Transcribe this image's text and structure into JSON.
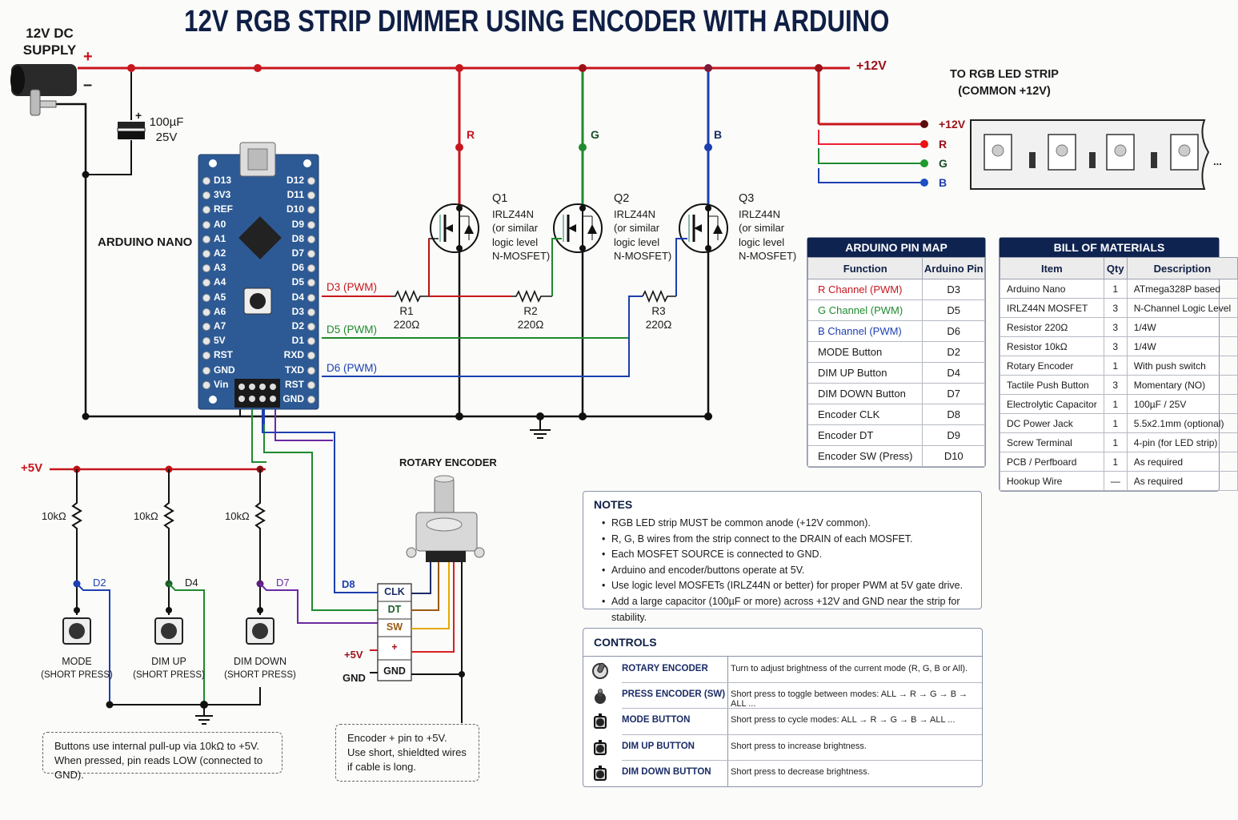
{
  "title": "12V RGB STRIP DIMMER USING ENCODER WITH ARDUINO",
  "power": {
    "label_line1": "12V DC",
    "label_line2": "SUPPLY",
    "plus": "+",
    "minus": "–",
    "rail_label": "+12V",
    "capacitor_value": "100µF",
    "capacitor_voltage": "25V",
    "capacitor_polarity": "+"
  },
  "arduino": {
    "label": "ARDUINO NANO",
    "left_pins": [
      "D13",
      "3V3",
      "REF",
      "A0",
      "A1",
      "A2",
      "A3",
      "A4",
      "A5",
      "A6",
      "A7",
      "5V",
      "RST",
      "GND",
      "Vin"
    ],
    "right_pins": [
      "D12",
      "D11",
      "D10",
      "D9",
      "D8",
      "D7",
      "D6",
      "D5",
      "D4",
      "D3",
      "D2",
      "D1",
      "RXD",
      "TXD",
      "RST",
      "GND"
    ]
  },
  "signals": {
    "d3": "D3  (PWM)",
    "d5": "D5  (PWM)",
    "d6": "D6  (PWM)"
  },
  "channels": {
    "r": "R",
    "g": "G",
    "b": "B"
  },
  "colors": {
    "red": "#c8161d",
    "green": "#1f8a2e",
    "blue": "#1d3fb0",
    "purple": "#6a2aa0",
    "navy": "#0f2350",
    "dark_red": "#9b1118"
  },
  "mosfets": [
    {
      "ref": "Q1",
      "part": "IRLZ44N",
      "note1": "(or similar",
      "note2": "logic level",
      "note3": "N-MOSFET)"
    },
    {
      "ref": "Q2",
      "part": "IRLZ44N",
      "note1": "(or similar",
      "note2": "logic level",
      "note3": "N-MOSFET)"
    },
    {
      "ref": "Q3",
      "part": "IRLZ44N",
      "note1": "(or similar",
      "note2": "logic level",
      "note3": "N-MOSFET)"
    }
  ],
  "gate_resistors": [
    {
      "ref": "R1",
      "value": "220Ω"
    },
    {
      "ref": "R2",
      "value": "220Ω"
    },
    {
      "ref": "R3",
      "value": "220Ω"
    }
  ],
  "strip": {
    "title_line1": "TO RGB LED STRIP",
    "title_line2": "(COMMON +12V)",
    "terminals": [
      "+12V",
      "R",
      "G",
      "B"
    ],
    "more": "..."
  },
  "pin_map": {
    "title": "ARDUINO PIN MAP",
    "headers": [
      "Function",
      "Arduino Pin"
    ],
    "rows": [
      {
        "function": "R Channel (PWM)",
        "pin": "D3",
        "color": "#c8161d"
      },
      {
        "function": "G Channel (PWM)",
        "pin": "D5",
        "color": "#1f8a2e"
      },
      {
        "function": "B Channel (PWM)",
        "pin": "D6",
        "color": "#1d3fb0"
      },
      {
        "function": "MODE Button",
        "pin": "D2",
        "color": "#1a1a1a"
      },
      {
        "function": "DIM UP Button",
        "pin": "D4",
        "color": "#1a1a1a"
      },
      {
        "function": "DIM DOWN Button",
        "pin": "D7",
        "color": "#1a1a1a"
      },
      {
        "function": "Encoder CLK",
        "pin": "D8",
        "color": "#1a1a1a"
      },
      {
        "function": "Encoder DT",
        "pin": "D9",
        "color": "#1a1a1a"
      },
      {
        "function": "Encoder SW (Press)",
        "pin": "D10",
        "color": "#1a1a1a"
      }
    ]
  },
  "bom": {
    "title": "BILL OF MATERIALS",
    "headers": [
      "Item",
      "Qty",
      "Description"
    ],
    "rows": [
      {
        "item": "Arduino Nano",
        "qty": "1",
        "desc": "ATmega328P based"
      },
      {
        "item": "IRLZ44N MOSFET",
        "qty": "3",
        "desc": "N-Channel Logic Level"
      },
      {
        "item": "Resistor 220Ω",
        "qty": "3",
        "desc": "1/4W"
      },
      {
        "item": "Resistor 10kΩ",
        "qty": "3",
        "desc": "1/4W"
      },
      {
        "item": "Rotary Encoder",
        "qty": "1",
        "desc": "With push switch"
      },
      {
        "item": "Tactile Push Button",
        "qty": "3",
        "desc": "Momentary (NO)"
      },
      {
        "item": "Electrolytic Capacitor",
        "qty": "1",
        "desc": "100µF / 25V"
      },
      {
        "item": "DC Power Jack",
        "qty": "1",
        "desc": "5.5x2.1mm (optional)"
      },
      {
        "item": "Screw Terminal",
        "qty": "1",
        "desc": "4-pin (for LED strip)"
      },
      {
        "item": "PCB / Perfboard",
        "qty": "1",
        "desc": "As required"
      },
      {
        "item": "Hookup Wire",
        "qty": "—",
        "desc": "As required"
      }
    ]
  },
  "notes": {
    "title": "NOTES",
    "items": [
      "RGB LED strip MUST be common anode (+12V common).",
      "R, G, B wires from the strip connect to the DRAIN of each MOSFET.",
      "Each MOSFET SOURCE is connected to GND.",
      "Arduino and encoder/buttons operate at 5V.",
      "Use logic level MOSFETs (IRLZ44N or better) for proper PWM at 5V gate drive.",
      "Add a large capacitor (100µF or more) across +12V and GND near the strip for stability."
    ]
  },
  "controls": {
    "title": "CONTROLS",
    "rows": [
      {
        "icon": "rotary-knob-icon",
        "name": "ROTARY ENCODER",
        "desc": "Turn to adjust brightness of the current mode (R, G, B or All)."
      },
      {
        "icon": "press-knob-icon",
        "name": "PRESS ENCODER (SW)",
        "desc": "Short press to toggle between modes: ALL → R → G → B → ALL ..."
      },
      {
        "icon": "push-button-icon",
        "name": "MODE BUTTON",
        "desc": "Short press to cycle modes: ALL → R → G → B → ALL ..."
      },
      {
        "icon": "push-button-icon",
        "name": "DIM UP BUTTON",
        "desc": "Short press to increase brightness."
      },
      {
        "icon": "push-button-icon",
        "name": "DIM DOWN BUTTON",
        "desc": "Short press to decrease brightness."
      }
    ]
  },
  "buttons_section": {
    "rail_label": "+5V",
    "pullups": [
      "10kΩ",
      "10kΩ",
      "10kΩ"
    ],
    "pins": [
      "D2",
      "D4",
      "D7"
    ],
    "names": [
      "MODE",
      "DIM UP",
      "DIM DOWN"
    ],
    "subtitle": "(SHORT PRESS)",
    "note_line1": "Buttons use internal pull-up via 10kΩ to +5V.",
    "note_line2": "When pressed, pin reads LOW (connected to GND)."
  },
  "encoder": {
    "title": "ROTARY ENCODER",
    "pins": [
      "CLK",
      "DT",
      "SW",
      "+",
      "GND"
    ],
    "wire_label_d8": "D8",
    "supply_label": "+5V",
    "gnd_label": "GND",
    "note_line1": "Encoder + pin to +5V.",
    "note_line2": "Use short, shieldted wires",
    "note_line3": "if cable is long."
  }
}
